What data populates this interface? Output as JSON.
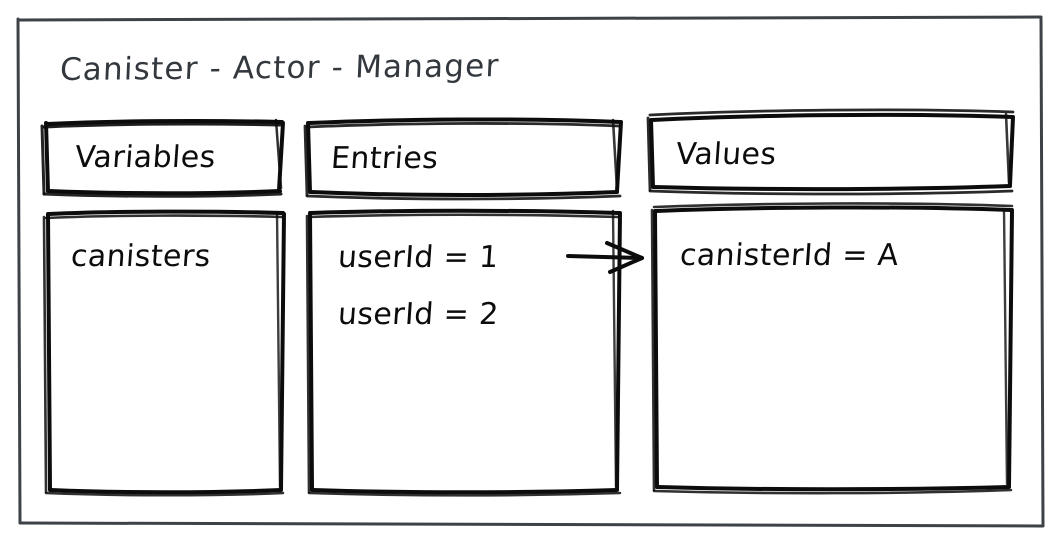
{
  "diagram": {
    "title": "Canister - Actor - Manager",
    "style": "hand-drawn sketch",
    "stroke_color_frame": "#3d4248",
    "stroke_color_boxes": "#0c0c0c",
    "background": "#ffffff",
    "text_color": "#0c0c0c"
  },
  "columns": [
    {
      "id": "variables",
      "header": "Variables",
      "items": [
        "canisters"
      ]
    },
    {
      "id": "entries",
      "header": "Entries",
      "items": [
        "userId = 1",
        "userId = 2"
      ]
    },
    {
      "id": "values",
      "header": "Values",
      "items": [
        "canisterId = A"
      ]
    }
  ],
  "connectors": [
    {
      "id": "entries-to-values",
      "from": "entries.items.0",
      "to": "values.items.0",
      "shape": "arrow-right"
    }
  ]
}
